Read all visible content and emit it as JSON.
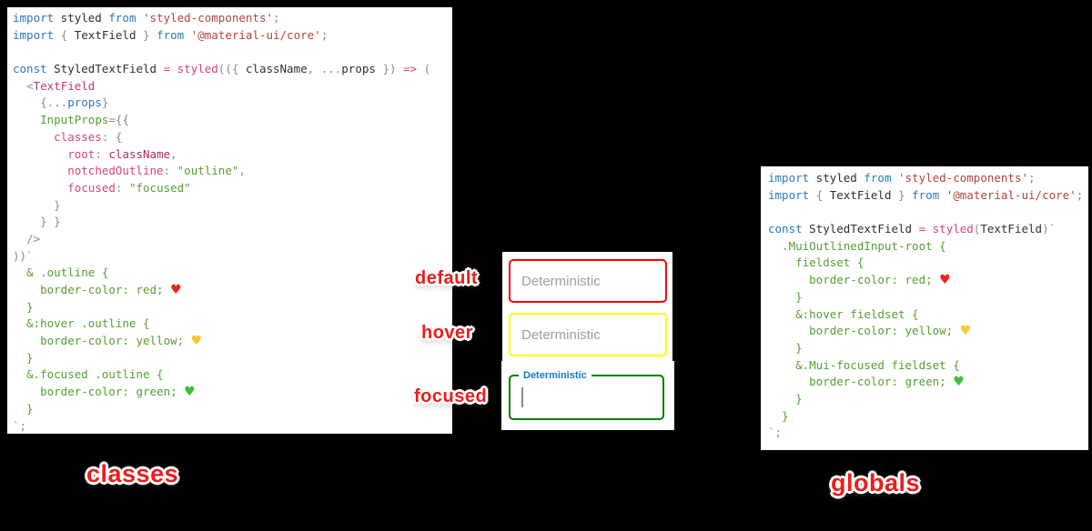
{
  "colors": {
    "background": "#000000",
    "keyword_blue": "#2979b8",
    "string_red": "#b5443a",
    "pink": "#d8437c",
    "magenta": "#aa2e60",
    "green": "#54a032",
    "punct_gray": "#8b8b8b",
    "label_red": "#ee1c1c",
    "mui_label_blue": "#1976d2",
    "placeholder_gray": "#9e9e9e",
    "field_border_default": "red",
    "field_border_hover": "yellow",
    "field_border_focused": "green",
    "heart_red": "#e8251f",
    "heart_yellow": "#ffc430",
    "heart_green": "#3fbd38"
  },
  "left_panel": {
    "label": "classes",
    "code": [
      [
        {
          "c": "kw",
          "t": "import"
        },
        {
          "c": "pl",
          "t": " styled "
        },
        {
          "c": "kw",
          "t": "from"
        },
        {
          "c": "pl",
          "t": " "
        },
        {
          "c": "st",
          "t": "'styled-components'"
        },
        {
          "c": "pu",
          "t": ";"
        }
      ],
      [
        {
          "c": "kw",
          "t": "import"
        },
        {
          "c": "pl",
          "t": " "
        },
        {
          "c": "pu",
          "t": "{ "
        },
        {
          "c": "pl",
          "t": "TextField"
        },
        {
          "c": "pu",
          "t": " }"
        },
        {
          "c": "pl",
          "t": " "
        },
        {
          "c": "kw",
          "t": "from"
        },
        {
          "c": "pl",
          "t": " "
        },
        {
          "c": "st",
          "t": "'@material-ui/core'"
        },
        {
          "c": "pu",
          "t": ";"
        }
      ],
      [],
      [
        {
          "c": "kw",
          "t": "const"
        },
        {
          "c": "pl",
          "t": " StyledTextField "
        },
        {
          "c": "pk",
          "t": "="
        },
        {
          "c": "pl",
          "t": " "
        },
        {
          "c": "pk",
          "t": "styled"
        },
        {
          "c": "pu",
          "t": "(({ "
        },
        {
          "c": "pl",
          "t": "className"
        },
        {
          "c": "pu",
          "t": ", ..."
        },
        {
          "c": "pl",
          "t": "props"
        },
        {
          "c": "pu",
          "t": " })"
        },
        {
          "c": "pl",
          "t": " "
        },
        {
          "c": "pk",
          "t": "=>"
        },
        {
          "c": "pu",
          "t": " ("
        }
      ],
      [
        {
          "c": "pl",
          "t": "  "
        },
        {
          "c": "pu",
          "t": "<"
        },
        {
          "c": "tag",
          "t": "TextField"
        }
      ],
      [
        {
          "c": "pl",
          "t": "    "
        },
        {
          "c": "pu",
          "t": "{..."
        },
        {
          "c": "kw",
          "t": "props"
        },
        {
          "c": "pu",
          "t": "}"
        }
      ],
      [
        {
          "c": "pl",
          "t": "    "
        },
        {
          "c": "gr",
          "t": "InputProps"
        },
        {
          "c": "pu",
          "t": "={{"
        }
      ],
      [
        {
          "c": "pl",
          "t": "      "
        },
        {
          "c": "pk",
          "t": "classes"
        },
        {
          "c": "pu",
          "t": ": {"
        }
      ],
      [
        {
          "c": "pl",
          "t": "        "
        },
        {
          "c": "pk",
          "t": "root"
        },
        {
          "c": "pu",
          "t": ": "
        },
        {
          "c": "mg",
          "t": "className"
        },
        {
          "c": "pu",
          "t": ","
        }
      ],
      [
        {
          "c": "pl",
          "t": "        "
        },
        {
          "c": "pk",
          "t": "notchedOutline"
        },
        {
          "c": "pu",
          "t": ": "
        },
        {
          "c": "gr",
          "t": "\"outline\""
        },
        {
          "c": "pu",
          "t": ","
        }
      ],
      [
        {
          "c": "pl",
          "t": "        "
        },
        {
          "c": "pk",
          "t": "focused"
        },
        {
          "c": "pu",
          "t": ": "
        },
        {
          "c": "gr",
          "t": "\"focused\""
        }
      ],
      [
        {
          "c": "pl",
          "t": "      "
        },
        {
          "c": "pu",
          "t": "}"
        }
      ],
      [
        {
          "c": "pl",
          "t": "    "
        },
        {
          "c": "pu",
          "t": "} }"
        }
      ],
      [
        {
          "c": "pl",
          "t": "  "
        },
        {
          "c": "pu",
          "t": "/>"
        }
      ],
      [
        {
          "c": "pu",
          "t": "))`"
        }
      ],
      [
        {
          "c": "gr",
          "t": "  & .outline {"
        }
      ],
      [
        {
          "c": "gr",
          "t": "    border-color: red; "
        },
        {
          "c": "hr",
          "t": "♥",
          "n": "red-heart-icon"
        }
      ],
      [
        {
          "c": "gr",
          "t": "  }"
        }
      ],
      [
        {
          "c": "gr",
          "t": "  &:hover .outline {"
        }
      ],
      [
        {
          "c": "gr",
          "t": "    border-color: yellow; "
        },
        {
          "c": "hy",
          "t": "♥",
          "n": "yellow-heart-icon"
        }
      ],
      [
        {
          "c": "gr",
          "t": "  }"
        }
      ],
      [
        {
          "c": "gr",
          "t": "  &.focused .outline {"
        }
      ],
      [
        {
          "c": "gr",
          "t": "    border-color: green; "
        },
        {
          "c": "hg",
          "t": "♥",
          "n": "green-heart-icon"
        }
      ],
      [
        {
          "c": "gr",
          "t": "  }"
        }
      ],
      [
        {
          "c": "pu",
          "t": "`;"
        }
      ]
    ]
  },
  "right_panel": {
    "label": "globals",
    "code": [
      [
        {
          "c": "kw",
          "t": "import"
        },
        {
          "c": "pl",
          "t": " styled "
        },
        {
          "c": "kw",
          "t": "from"
        },
        {
          "c": "pl",
          "t": " "
        },
        {
          "c": "st",
          "t": "'styled-components'"
        },
        {
          "c": "pu",
          "t": ";"
        }
      ],
      [
        {
          "c": "kw",
          "t": "import"
        },
        {
          "c": "pl",
          "t": " "
        },
        {
          "c": "pu",
          "t": "{ "
        },
        {
          "c": "pl",
          "t": "TextField"
        },
        {
          "c": "pu",
          "t": " }"
        },
        {
          "c": "pl",
          "t": " "
        },
        {
          "c": "kw",
          "t": "from"
        },
        {
          "c": "pl",
          "t": " "
        },
        {
          "c": "st",
          "t": "'@material-ui/core'"
        },
        {
          "c": "pu",
          "t": ";"
        }
      ],
      [],
      [
        {
          "c": "kw",
          "t": "const"
        },
        {
          "c": "pl",
          "t": " StyledTextField "
        },
        {
          "c": "pk",
          "t": "="
        },
        {
          "c": "pl",
          "t": " "
        },
        {
          "c": "pk",
          "t": "styled"
        },
        {
          "c": "pu",
          "t": "("
        },
        {
          "c": "pl",
          "t": "TextField"
        },
        {
          "c": "pu",
          "t": ")`"
        }
      ],
      [
        {
          "c": "gr",
          "t": "  .MuiOutlinedInput-root {"
        }
      ],
      [
        {
          "c": "gr",
          "t": "    fieldset {"
        }
      ],
      [
        {
          "c": "gr",
          "t": "      border-color: red; "
        },
        {
          "c": "hr",
          "t": "♥",
          "n": "red-heart-icon"
        }
      ],
      [
        {
          "c": "gr",
          "t": "    }"
        }
      ],
      [
        {
          "c": "gr",
          "t": "    &:hover fieldset {"
        }
      ],
      [
        {
          "c": "gr",
          "t": "      border-color: yellow; "
        },
        {
          "c": "hy",
          "t": "♥",
          "n": "yellow-heart-icon"
        }
      ],
      [
        {
          "c": "gr",
          "t": "    }"
        }
      ],
      [
        {
          "c": "gr",
          "t": "    &.Mui-focused fieldset {"
        }
      ],
      [
        {
          "c": "gr",
          "t": "      border-color: green; "
        },
        {
          "c": "hg",
          "t": "♥",
          "n": "green-heart-icon"
        }
      ],
      [
        {
          "c": "gr",
          "t": "    }"
        }
      ],
      [
        {
          "c": "gr",
          "t": "  }"
        }
      ],
      [
        {
          "c": "pu",
          "t": "`;"
        }
      ]
    ]
  },
  "preview": {
    "default": {
      "label": "default",
      "placeholder": "Deterministic"
    },
    "hover": {
      "label": "hover",
      "placeholder": "Deterministic"
    },
    "focused": {
      "label": "focused",
      "legend": "Deterministic",
      "value": ""
    }
  }
}
